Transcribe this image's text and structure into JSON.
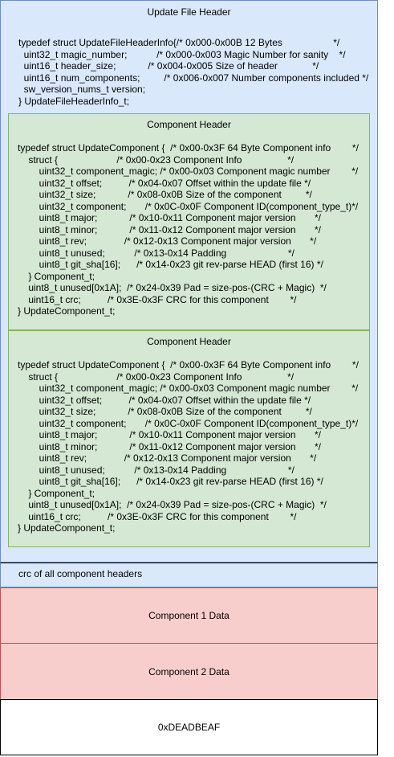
{
  "update_file_header": {
    "title": "Update File Header",
    "code": [
      "typedef struct UpdateFileHeaderInfo{/* 0x000-0x00B 12 Bytes                   */",
      "  uint32_t magic_number;           /* 0x000-0x003 Magic Number for sanity    */",
      "  uint16_t header_size;            /* 0x004-0x005 Size of header             */",
      "  uint16_t num_components;         /* 0x006-0x007 Number components included */",
      "  sw_version_nums_t version;",
      "} UpdateFileHeaderInfo_t;"
    ]
  },
  "component_header_1": {
    "title": "Component Header",
    "code": [
      "typedef struct UpdateComponent {  /* 0x00-0x3F 64 Byte Component info        */",
      "    struct {                      /* 0x00-0x23 Component Info                 */",
      "        uint32_t component_magic; /* 0x00-0x03 Component magic number        */",
      "        uint32_t offset;          /* 0x04-0x07 Offset within the update file */",
      "        uint32_t size;            /* 0x08-0x0B Size of the component         */",
      "        uint32_t component;       /* 0x0C-0x0F Component ID(component_type_t)*/",
      "        uint8_t major;            /* 0x10-0x11 Component major version       */",
      "        uint8_t minor;            /* 0x11-0x12 Component major version       */",
      "        uint8_t rev;              /* 0x12-0x13 Component major version       */",
      "        uint8_t unused;           /* 0x13-0x14 Padding                       */",
      "        uint8_t git_sha[16];      /* 0x14-0x23 git rev-parse HEAD (first 16) */",
      "    } Component_t;",
      "    uint8_t unused[0x1A];  /* 0x24-0x39 Pad = size-pos-(CRC + Magic)  */",
      "    uint16_t crc;          /* 0x3E-0x3F CRC for this component        */",
      "} UpdateComponent_t;"
    ]
  },
  "component_header_2": {
    "title": "Component Header",
    "code": [
      "typedef struct UpdateComponent {  /* 0x00-0x3F 64 Byte Component info        */",
      "    struct {                      /* 0x00-0x23 Component Info                 */",
      "        uint32_t component_magic; /* 0x00-0x03 Component magic number        */",
      "        uint32_t offset;          /* 0x04-0x07 Offset within the update file */",
      "        uint32_t size;            /* 0x08-0x0B Size of the component         */",
      "        uint32_t component;       /* 0x0C-0x0F Component ID(component_type_t)*/",
      "        uint8_t major;            /* 0x10-0x11 Component major version       */",
      "        uint8_t minor;            /* 0x11-0x12 Component major version       */",
      "        uint8_t rev;              /* 0x12-0x13 Component major version       */",
      "        uint8_t unused;           /* 0x13-0x14 Padding                       */",
      "        uint8_t git_sha[16];      /* 0x14-0x23 git rev-parse HEAD (first 16) */",
      "    } Component_t;",
      "    uint8_t unused[0x1A];  /* 0x24-0x39 Pad = size-pos-(CRC + Magic)  */",
      "    uint16_t crc;          /* 0x3E-0x3F CRC for this component        */",
      "} UpdateComponent_t;"
    ]
  },
  "crc_block": {
    "label": "crc of all component headers"
  },
  "component_1_data": {
    "label": "Component 1 Data"
  },
  "component_2_data": {
    "label": "Component 2 Data"
  },
  "end_marker": {
    "label": "0xDEADBEAF"
  },
  "colors": {
    "header_fill": "#dae8fc",
    "header_stroke": "#6c8ebf",
    "component_fill": "#d5e8d4",
    "component_stroke": "#82b366",
    "data_fill": "#f8cecc",
    "data_stroke": "#b85450",
    "end_fill": "#ffffff",
    "end_stroke": "#000000"
  }
}
